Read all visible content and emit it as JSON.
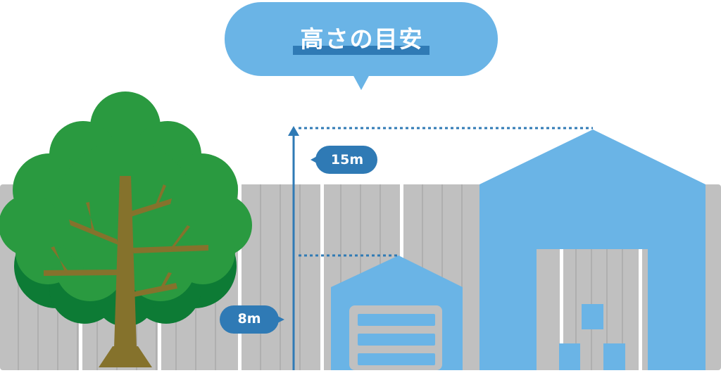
{
  "heading": {
    "text": "高さの目安"
  },
  "measurements": [
    {
      "label": "15m",
      "height_m": 15
    },
    {
      "label": "8m",
      "height_m": 8
    }
  ],
  "colors": {
    "bubble": "#6ab4e6",
    "underline": "#2f7ab5",
    "arrow": "#2f7ab5",
    "building": "#6ab4e6",
    "fence": "#c0c0c0",
    "fence_line": "#a9a9a9",
    "tree_light": "#2a9a40",
    "tree_dark": "#0d7b35",
    "trunk": "#85722c",
    "label_bg": "#2f7ab5"
  }
}
